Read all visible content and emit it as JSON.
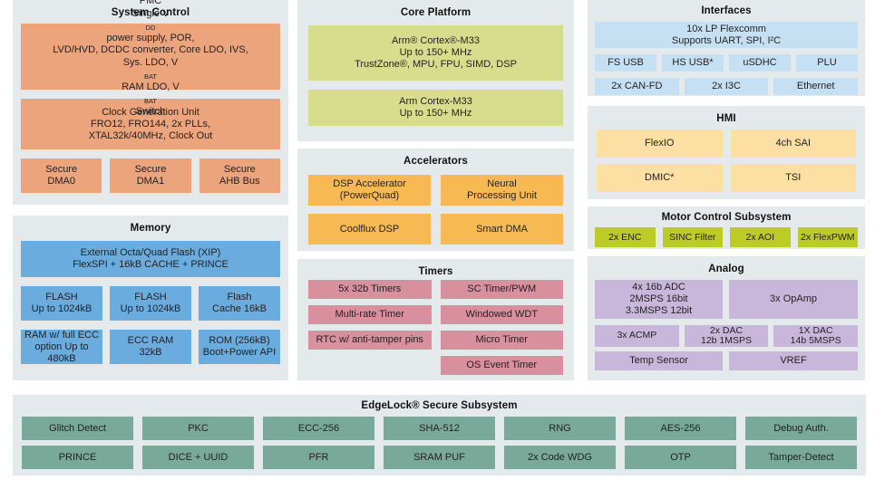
{
  "colors": {
    "panel_bg": "#E4EAEC",
    "system_control_block": "#ECA47C",
    "memory_block": "#6AACDE",
    "core_platform_block": "#D8DD8D",
    "accelerators_block": "#F7BA52",
    "timers_block": "#D88F9E",
    "interfaces_block": "#C6E0F3",
    "hmi_block": "#FBDFA3",
    "motor_block": "#BCCB25",
    "analog_block": "#C9B7DB",
    "edgelock_block": "#78A999",
    "text": "#231F20"
  },
  "system_control": {
    "title": "System Control",
    "pmc": {
      "l1": "PMC",
      "l2_pre": "Single V",
      "l2_sub": "DD",
      "l2_post": " power supply, POR,",
      "l3": "LVD/HVD, DCDC converter, Core LDO, IVS,",
      "l4_pre": "Sys. LDO, V",
      "l4_sub1": "BAT",
      "l4_mid": " RAM LDO, V",
      "l4_sub2": "BAT",
      "l4_post": " Switch"
    },
    "clock": {
      "lines": [
        "Clock Generation Unit",
        "FRO12, FRO144, 2x PLLs,",
        "XTAL32k/40MHz, Clock Out"
      ]
    },
    "dma0": [
      "Secure",
      "DMA0"
    ],
    "dma1": [
      "Secure",
      "DMA1"
    ],
    "ahb": [
      "Secure",
      "AHB Bus"
    ]
  },
  "memory": {
    "title": "Memory",
    "ext_flash": [
      "External Octa/Quad Flash (XIP)",
      "FlexSPI + 16kB CACHE + PRINCE"
    ],
    "flash1": [
      "FLASH",
      "Up to 1024kB"
    ],
    "flash2": [
      "FLASH",
      "Up to 1024kB"
    ],
    "flash_cache": [
      "Flash",
      "Cache 16kB"
    ],
    "ram": [
      "RAM w/ full ECC",
      "option Up to 480kB"
    ],
    "ecc_ram": [
      "ECC RAM",
      "32kB"
    ],
    "rom": [
      "ROM (256kB)",
      "Boot+Power API"
    ]
  },
  "core_platform": {
    "title": "Core Platform",
    "cpu1": [
      "Arm® Cortex®-M33",
      "Up to 150+ MHz",
      "TrustZone®, MPU, FPU, SIMD, DSP"
    ],
    "cpu2": [
      "Arm Cortex-M33",
      "Up to 150+ MHz"
    ]
  },
  "accelerators": {
    "title": "Accelerators",
    "powerquad": [
      "DSP Accelerator",
      "(PowerQuad)"
    ],
    "npu": [
      "Neural",
      "Processing Unit"
    ],
    "coolflux": "Coolflux DSP",
    "smartdma": "Smart DMA"
  },
  "timers": {
    "title": "Timers",
    "left": [
      "5x 32b Timers",
      "Multi-rate Timer",
      "RTC w/ anti-tamper pins"
    ],
    "right": [
      "SC Timer/PWM",
      "Windowed WDT",
      "Micro Timer",
      "OS Event Timer"
    ]
  },
  "interfaces": {
    "title": "Interfaces",
    "flexcomm": [
      "10x LP Flexcomm",
      "Supports UART, SPI, I²C"
    ],
    "row1": [
      "FS USB",
      "HS USB*",
      "uSDHC",
      "PLU"
    ],
    "row2": [
      "2x CAN-FD",
      "2x I3C",
      "Ethernet"
    ]
  },
  "hmi": {
    "title": "HMI",
    "flexio": "FlexIO",
    "sai": "4ch SAI",
    "dmic": "DMIC*",
    "tsi": "TSI"
  },
  "motor": {
    "title": "Motor Control Subsystem",
    "items": [
      "2x ENC",
      "SINC Filter",
      "2x AOI",
      "2x FlexPWM"
    ]
  },
  "analog": {
    "title": "Analog",
    "adc": [
      "4x 16b ADC",
      "2MSPS 16bit",
      "3.3MSPS 12bit"
    ],
    "opamp": "3x OpAmp",
    "acmp": "3x ACMP",
    "dac2": [
      "2x DAC",
      "12b 1MSPS"
    ],
    "dac1": [
      "1X DAC",
      "14b 5MSPS"
    ],
    "temp": "Temp Sensor",
    "vref": "VREF"
  },
  "edgelock": {
    "title": "EdgeLock® Secure Subsystem",
    "row1": [
      "Glitch Detect",
      "PKC",
      "ECC-256",
      "SHA-512",
      "RNG",
      "AES-256",
      "Debug Auth."
    ],
    "row2": [
      "PRINCE",
      "DICE + UUID",
      "PFR",
      "SRAM PUF",
      "2x Code WDG",
      "OTP",
      "Tamper-Detect"
    ]
  }
}
